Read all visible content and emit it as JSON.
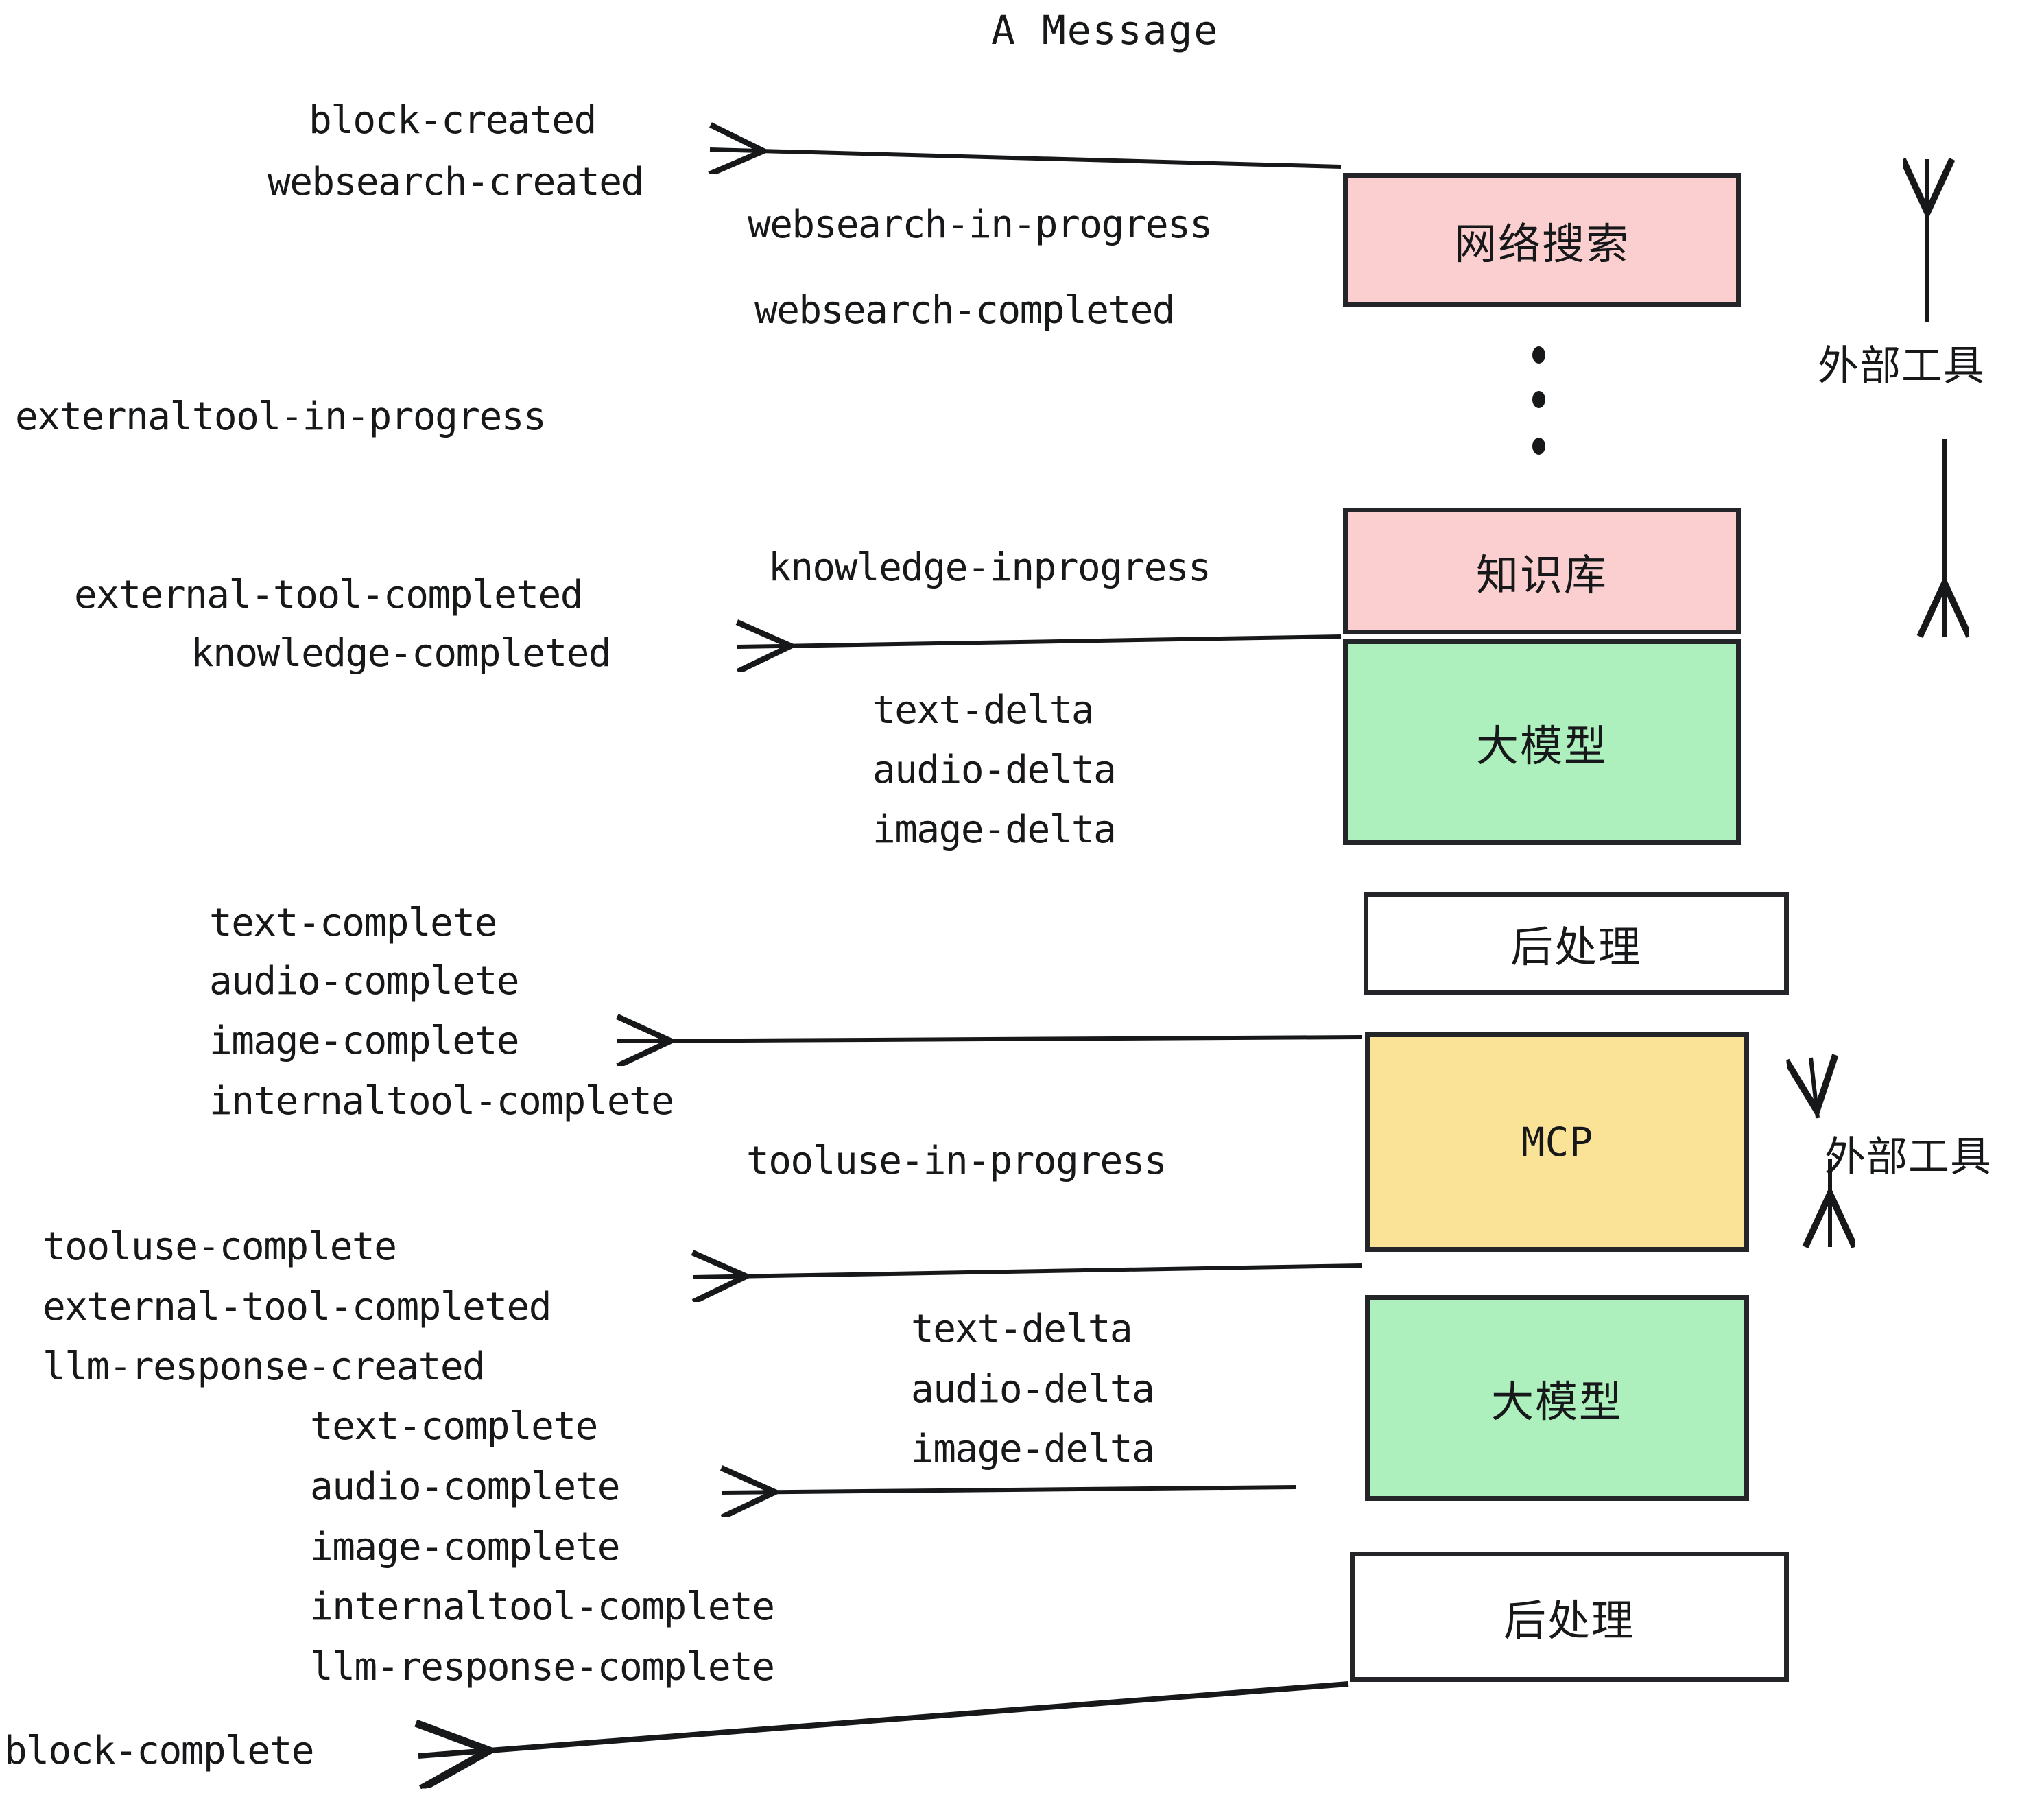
{
  "title": "A Message",
  "colors": {
    "pink": "#FBCFCF",
    "green": "#AEEFBE",
    "yellow": "#FAE397",
    "white": "#FFFFFF",
    "stroke": "#242529",
    "text": "#17181A"
  },
  "boxes": [
    {
      "key": "websearch",
      "label": "网络搜索",
      "fill": "#FBCFCF"
    },
    {
      "key": "knowledge",
      "label": "知识库",
      "fill": "#FBCFCF"
    },
    {
      "key": "llm_first",
      "label": "大模型",
      "fill": "#AEEFBE"
    },
    {
      "key": "post_first",
      "label": "后处理",
      "fill": "#FFFFFF"
    },
    {
      "key": "mcp",
      "label": "MCP",
      "fill": "#FAE397"
    },
    {
      "key": "llm_second",
      "label": "大模型",
      "fill": "#AEEFBE"
    },
    {
      "key": "post_second",
      "label": "后处理",
      "fill": "#FFFFFF"
    }
  ],
  "side_labels": [
    {
      "key": "external_tools_top",
      "text": "外部工具"
    },
    {
      "key": "external_tools_bottom",
      "text": "外部工具"
    }
  ],
  "events": {
    "col_left_top": [
      "block-created",
      "websearch-created"
    ],
    "col_mid_websearch": [
      "websearch-in-progress",
      "websearch-completed"
    ],
    "externaltool_in_progress": "externaltool-in-progress",
    "col_mid_knowledge": [
      "knowledge-inprogress"
    ],
    "col_left_knowledge": [
      "external-tool-completed",
      "knowledge-completed"
    ],
    "col_mid_deltas_first": [
      "text-delta",
      "audio-delta",
      "image-delta"
    ],
    "col_left_completes_first": [
      "text-complete",
      "audio-complete",
      "image-complete",
      "internaltool-complete"
    ],
    "tooluse_in_progress": "tooluse-in-progress",
    "col_left_tooluse": [
      "tooluse-complete",
      "external-tool-completed",
      "llm-response-created"
    ],
    "col_mid_deltas_second": [
      "text-delta",
      "audio-delta",
      "image-delta"
    ],
    "col_left_completes_second": [
      "text-complete",
      "audio-complete",
      "image-complete",
      "internaltool-complete",
      "llm-response-complete"
    ],
    "block_complete": "block-complete"
  },
  "ellipsis_dots": 3
}
